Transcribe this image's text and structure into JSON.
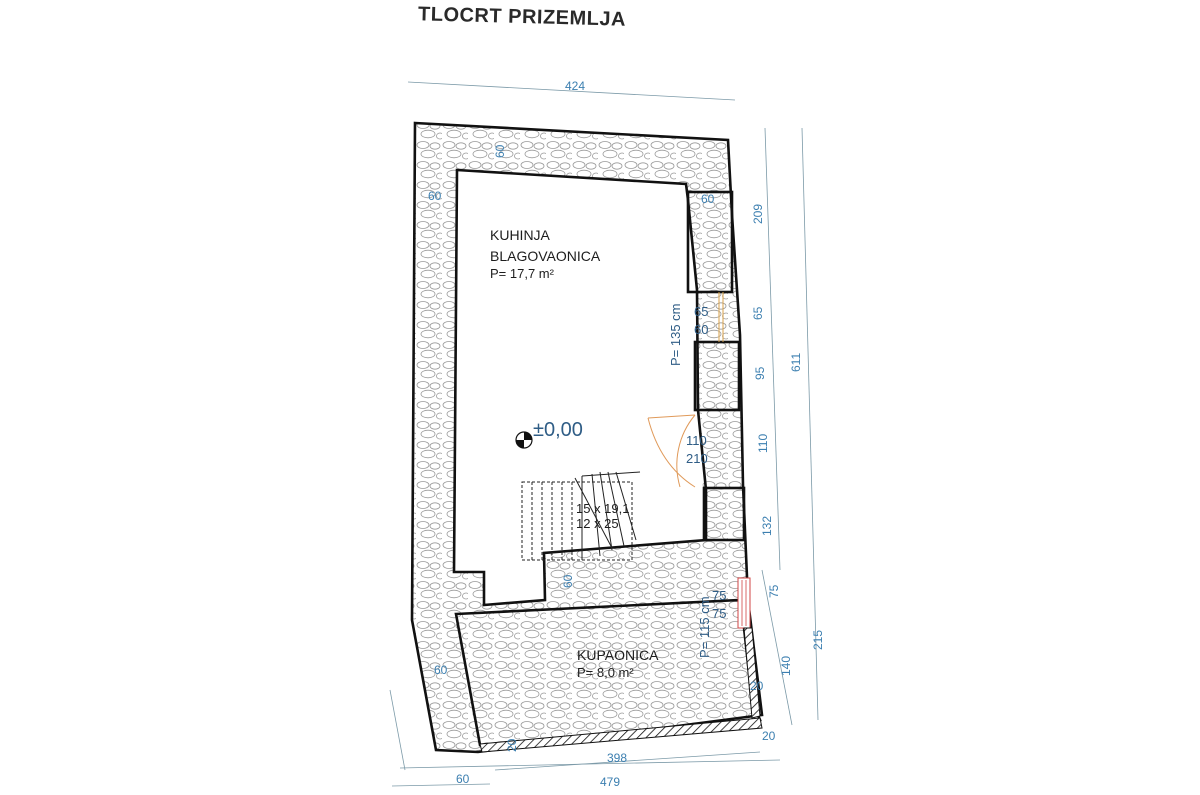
{
  "title": "TLOCRT PRIZEMLJA",
  "rooms": {
    "kitchen": {
      "name1": "KUHINJA",
      "name2": "BLAGOVAONICA",
      "area": "P= 17,7 m²"
    },
    "bathroom": {
      "name": "KUPAONICA",
      "area": "P= 8,0 m²"
    }
  },
  "level_mark": "±0,00",
  "stairs": {
    "line1": "15 x 19,1",
    "line2": "12 x 25"
  },
  "openings": {
    "window_kitchen": {
      "sill": "P= 135 cm",
      "width": "65",
      "height": "60"
    },
    "door_kitchen": {
      "width": "110",
      "height": "210"
    },
    "window_bath": {
      "sill": "P= 115 cm",
      "width": "75",
      "height": "75"
    }
  },
  "dimensions": {
    "top_total": "424",
    "top_wall": "60",
    "left_wall_upper": "60",
    "right_wall_upper": "60",
    "left_wall_lower": "60",
    "inner_wall": "60",
    "bottom_wall_left": "60",
    "bottom_wall_right": "20",
    "bottom_inner_width": "398",
    "bottom_total": "479",
    "right_wall_bath": "20",
    "bottom_small": "20",
    "right_chain": [
      "209",
      "65",
      "95",
      "110",
      "132",
      "75",
      "140"
    ],
    "right_total": "611",
    "right_partial": "215"
  },
  "colors": {
    "line": "#111111",
    "dimension_text": "#3c7fb0",
    "stone_pattern": "#9a9a9a",
    "door_swing": "#e09a5a",
    "window_bath": "#d04545"
  }
}
